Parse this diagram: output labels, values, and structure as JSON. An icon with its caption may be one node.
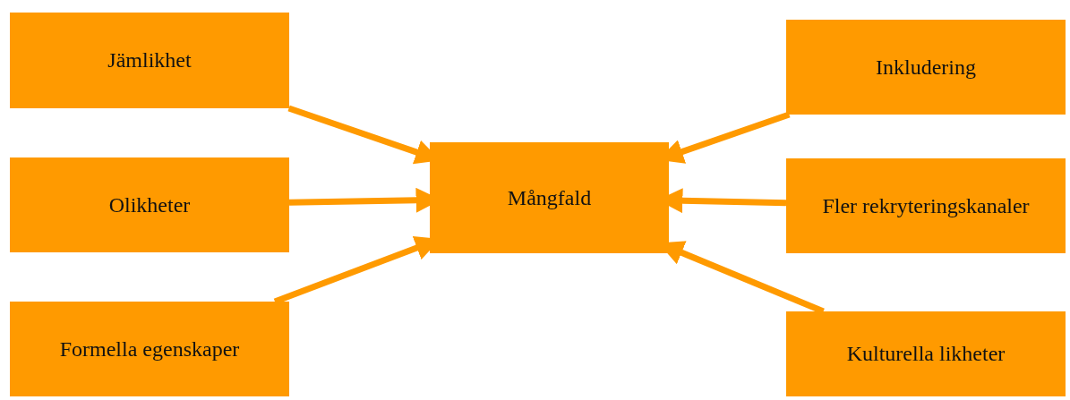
{
  "diagram": {
    "nodes": [
      {
        "text": [
          "Jämlikhet"
        ]
      },
      {
        "text": [
          "Inkludering"
        ]
      },
      {
        "text": [
          "Olikheter"
        ]
      },
      {
        "text": [
          "Mångfald"
        ]
      },
      {
        "text": [
          "Fler rekryteringskanaler"
        ]
      },
      {
        "text": [
          "Formella egenskaper"
        ]
      },
      {
        "text": [
          "Kulturella likheter"
        ]
      }
    ],
    "edges": [
      {
        "from": 0,
        "to": 3,
        "arrow": "to"
      },
      {
        "from": 1,
        "to": 3,
        "arrow": "to"
      },
      {
        "from": 2,
        "to": 3,
        "arrow": "to"
      },
      {
        "from": 4,
        "to": 3,
        "arrow": "to"
      },
      {
        "from": 5,
        "to": 3,
        "arrow": "to"
      },
      {
        "from": 6,
        "to": 3,
        "arrow": "to"
      }
    ]
  }
}
